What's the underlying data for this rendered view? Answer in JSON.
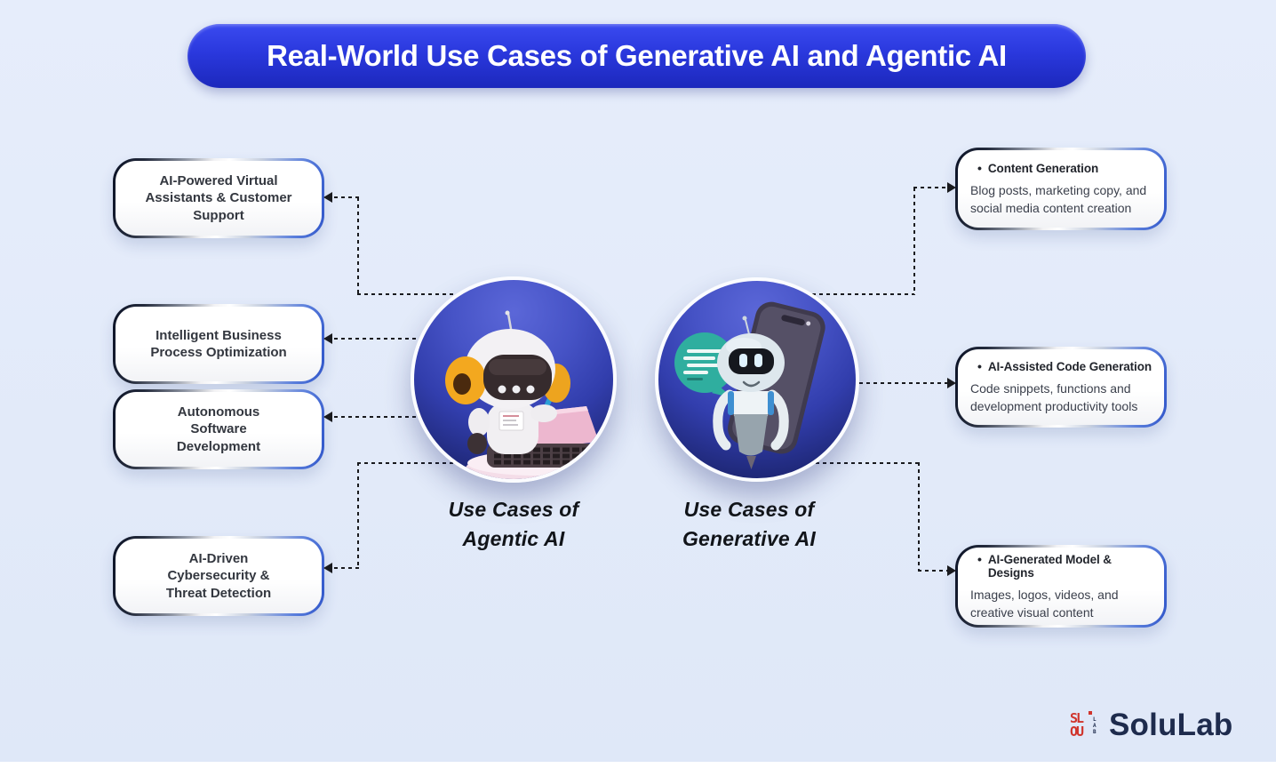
{
  "title": "Real-World Use Cases of Generative AI and Agentic AI",
  "agentic": {
    "caption": {
      "line1": "Use Cases of",
      "line2": "Agentic AI"
    },
    "boxes": [
      {
        "lines": [
          "AI-Powered Virtual",
          "Assistants & Customer",
          "Support"
        ]
      },
      {
        "lines": [
          "Intelligent Business",
          "Process Optimization"
        ]
      },
      {
        "lines": [
          "Autonomous",
          "Software",
          "Development"
        ]
      },
      {
        "lines": [
          "AI-Driven",
          "Cybersecurity &",
          "Threat Detection"
        ]
      }
    ]
  },
  "generative": {
    "caption": {
      "line1": "Use Cases of",
      "line2": "Generative AI"
    },
    "boxes": [
      {
        "bullet": "•",
        "title": "Content Generation",
        "desc_lines": [
          "Blog posts, marketing copy, and",
          "social media content creation"
        ]
      },
      {
        "bullet": "•",
        "title": "AI-Assisted Code Generation",
        "desc_lines": [
          "Code snippets, functions and",
          "development productivity tools"
        ]
      },
      {
        "bullet": "•",
        "title": "AI-Generated Model & Designs",
        "desc_lines": [
          "Images, logos, videos, and",
          "creative visual content"
        ]
      }
    ]
  },
  "logo": {
    "text": "SoluLab"
  },
  "colors": {
    "background": "#e2eaf9",
    "banner_blue": "#2a38dd",
    "border_navy": "#0b1226",
    "border_blue": "#2f55c9",
    "connector_black": "#191a1e",
    "circle_indigo": "#323ead",
    "bubble_teal": "#2fae9f",
    "laptop_pink": "#edb7cf",
    "ear_orange": "#f3a81f",
    "logo_red": "#d0342c",
    "logo_navy": "#1e2b4d"
  }
}
